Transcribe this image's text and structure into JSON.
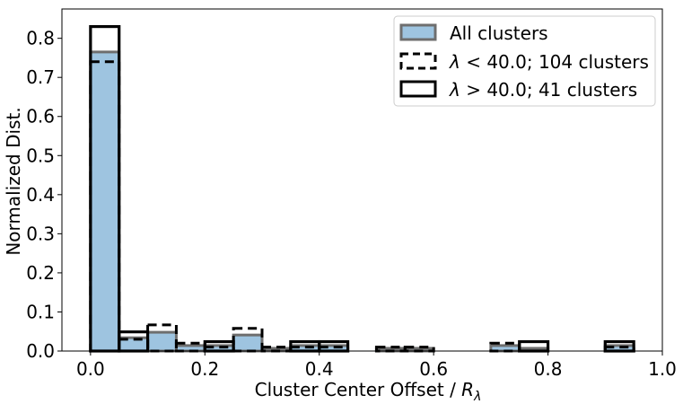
{
  "chart_data": {
    "type": "bar",
    "xlabel": "Cluster Center Offset / ",
    "xlabel_symbol": "R",
    "xlabel_subscript": "λ",
    "ylabel": "Normalized Dist.",
    "xlim": [
      -0.05,
      1.0
    ],
    "ylim": [
      0.0,
      0.875
    ],
    "xticks": [
      0.0,
      0.2,
      0.4,
      0.6,
      0.8,
      1.0
    ],
    "xtick_labels": [
      "0.0",
      "0.2",
      "0.4",
      "0.6",
      "0.8",
      "1.0"
    ],
    "yticks": [
      0.0,
      0.1,
      0.2,
      0.3,
      0.4,
      0.5,
      0.6,
      0.7,
      0.8
    ],
    "ytick_labels": [
      "0.0",
      "0.1",
      "0.2",
      "0.3",
      "0.4",
      "0.5",
      "0.6",
      "0.7",
      "0.8"
    ],
    "bin_edges": [
      0.0,
      0.05,
      0.1,
      0.15,
      0.2,
      0.25,
      0.3,
      0.35,
      0.4,
      0.45,
      0.5,
      0.55,
      0.6,
      0.65,
      0.7,
      0.75,
      0.8,
      0.85,
      0.9,
      0.95
    ],
    "legend_position": "top-right",
    "series": [
      {
        "name": "All clusters",
        "style": "filled",
        "fill": "#9ec4e0",
        "edge": "#6e6e6e",
        "values": [
          0.765,
          0.034,
          0.048,
          0.014,
          0.014,
          0.041,
          0.007,
          0.014,
          0.014,
          0.0,
          0.007,
          0.007,
          0.0,
          0.0,
          0.014,
          0.007,
          0.0,
          0.0,
          0.014
        ]
      },
      {
        "name_prefix": "λ",
        "name": " < 40.0; 104 clusters",
        "style": "dashed",
        "edge": "#000000",
        "values": [
          0.74,
          0.03,
          0.067,
          0.02,
          0.01,
          0.058,
          0.01,
          0.01,
          0.01,
          0.0,
          0.01,
          0.01,
          0.0,
          0.0,
          0.02,
          0.0,
          0.0,
          0.0,
          0.01
        ]
      },
      {
        "name_prefix": "λ",
        "name": " > 40.0; 41 clusters",
        "style": "solid",
        "edge": "#000000",
        "values": [
          0.83,
          0.049,
          0.0,
          0.0,
          0.024,
          0.0,
          0.0,
          0.024,
          0.024,
          0.0,
          0.0,
          0.0,
          0.0,
          0.0,
          0.0,
          0.024,
          0.0,
          0.0,
          0.024
        ]
      }
    ]
  }
}
